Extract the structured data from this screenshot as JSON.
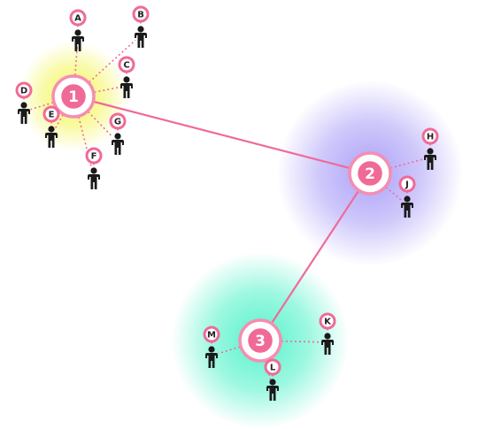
{
  "colors": {
    "accent": "#f06a98",
    "hub_ring": "#f58db2",
    "pin_fill": "#ffffff",
    "person": "#1a1a1a",
    "glow_1": "#f4f65a",
    "glow_2": "#a89cf7",
    "glow_3": "#4cf2c8"
  },
  "hubs": [
    {
      "id": "1",
      "label": "1",
      "glow": "glow_1"
    },
    {
      "id": "2",
      "label": "2",
      "glow": "glow_2"
    },
    {
      "id": "3",
      "label": "3",
      "glow": "glow_3"
    }
  ],
  "hub_links": [
    [
      "1",
      "2"
    ],
    [
      "2",
      "3"
    ]
  ],
  "people": [
    {
      "label": "A",
      "hub": "1",
      "icon": "person-icon"
    },
    {
      "label": "B",
      "hub": "1",
      "icon": "person-icon"
    },
    {
      "label": "C",
      "hub": "1",
      "icon": "person-icon"
    },
    {
      "label": "D",
      "hub": "1",
      "icon": "person-icon"
    },
    {
      "label": "E",
      "hub": "1",
      "icon": "person-icon"
    },
    {
      "label": "F",
      "hub": "1",
      "icon": "person-icon"
    },
    {
      "label": "G",
      "hub": "1",
      "icon": "person-icon"
    },
    {
      "label": "H",
      "hub": "2",
      "icon": "person-icon"
    },
    {
      "label": "J",
      "hub": "2",
      "icon": "person-icon"
    },
    {
      "label": "K",
      "hub": "3",
      "icon": "person-icon"
    },
    {
      "label": "L",
      "hub": "3",
      "icon": "person-icon"
    },
    {
      "label": "M",
      "hub": "3",
      "icon": "person-icon"
    }
  ]
}
